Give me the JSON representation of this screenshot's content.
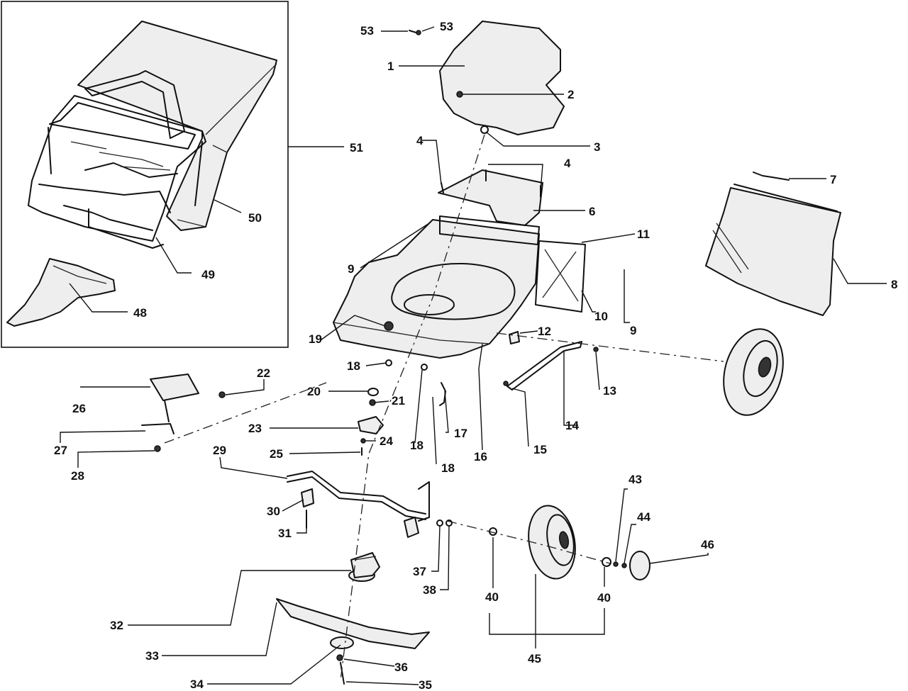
{
  "callouts": {
    "c1": "1",
    "c2": "2",
    "c3": "3",
    "c4a": "4",
    "c4b": "4",
    "c6": "6",
    "c7": "7",
    "c8": "8",
    "c9a": "9",
    "c9b": "9",
    "c10": "10",
    "c11": "11",
    "c12": "12",
    "c13": "13",
    "c14": "14",
    "c15": "15",
    "c16": "16",
    "c17": "17",
    "c18a": "18",
    "c18b": "18",
    "c18c": "18",
    "c19": "19",
    "c20": "20",
    "c21": "21",
    "c22": "22",
    "c23": "23",
    "c24": "24",
    "c25": "25",
    "c26": "26",
    "c27": "27",
    "c28": "28",
    "c29": "29",
    "c30": "30",
    "c31": "31",
    "c32": "32",
    "c33": "33",
    "c34": "34",
    "c35": "35",
    "c36": "36",
    "c37": "37",
    "c38": "38",
    "c40a": "40",
    "c40b": "40",
    "c43": "43",
    "c44": "44",
    "c45": "45",
    "c46": "46",
    "c48": "48",
    "c49": "49",
    "c50": "50",
    "c51": "51",
    "c53a": "53",
    "c53b": "53"
  }
}
